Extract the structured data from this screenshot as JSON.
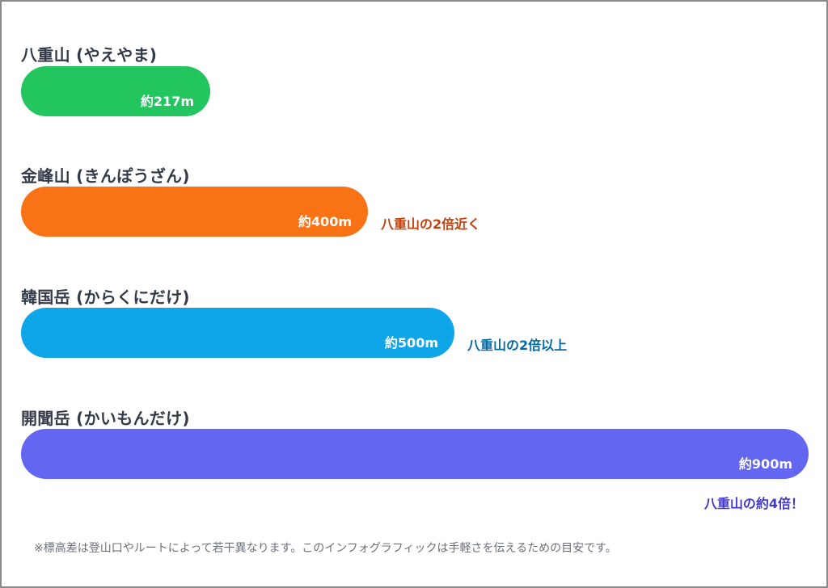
{
  "chart_data": {
    "type": "bar",
    "orientation": "horizontal",
    "title": "",
    "xlabel": "",
    "ylabel": "",
    "categories": [
      "八重山 (やえやま)",
      "金峰山 (きんぽうざん)",
      "韓国岳 (からくにだけ)",
      "開聞岳 (かいもんだけ)"
    ],
    "values": [
      217,
      400,
      500,
      900
    ],
    "value_labels": [
      "約217m",
      "約400m",
      "約500m",
      "約900m"
    ],
    "annotations": [
      "",
      "八重山の2倍近く",
      "八重山の2倍以上",
      "八重山の約4倍！"
    ],
    "colors": [
      "#22c55e",
      "#f97316",
      "#0ea5e9",
      "#6366f1"
    ],
    "annotation_colors": [
      "",
      "#c2410c",
      "#0369a1",
      "#4338ca"
    ],
    "unit": "m",
    "grid": false,
    "legend": false
  },
  "mountains": [
    {
      "name": "八重山 (やえやま)",
      "value_label": "約217m",
      "note": ""
    },
    {
      "name": "金峰山 (きんぽうざん)",
      "value_label": "約400m",
      "note": "八重山の2倍近く"
    },
    {
      "name": "韓国岳 (からくにだけ)",
      "value_label": "約500m",
      "note": "八重山の2倍以上"
    },
    {
      "name": "開聞岳 (かいもんだけ)",
      "value_label": "約900m",
      "note": "八重山の約4倍！"
    }
  ],
  "footnote": "※標高差は登山口やルートによって若干異なります。このインフォグラフィックは手軽さを伝えるための目安です。"
}
